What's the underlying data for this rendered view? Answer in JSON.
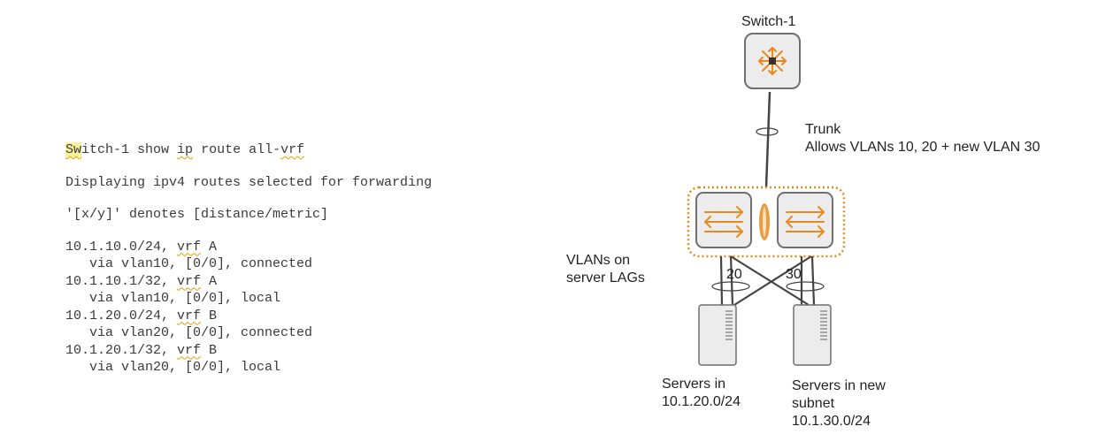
{
  "cli": {
    "prompt_prefix": "Sw",
    "prompt_rest": "itch-1 show ",
    "cmd_ip": "ip",
    "cmd_route": " route all-",
    "cmd_vrf": "vrf",
    "line2": "Displaying ipv4 routes selected for forwarding",
    "line3": "'[x/y]' denotes [distance/metric]",
    "routes": [
      {
        "prefix": "10.1.10.0/24, ",
        "vrf_kw": "vrf",
        "vrf_name": " A",
        "via": "   via vlan10, [0/0], connected"
      },
      {
        "prefix": "10.1.10.1/32, ",
        "vrf_kw": "vrf",
        "vrf_name": " A",
        "via": "   via vlan10, [0/0], local"
      },
      {
        "prefix": "10.1.20.0/24, ",
        "vrf_kw": "vrf",
        "vrf_name": " B",
        "via": "   via vlan20, [0/0], connected"
      },
      {
        "prefix": "10.1.20.1/32, ",
        "vrf_kw": "vrf",
        "vrf_name": " B",
        "via": "   via vlan20, [0/0], local"
      }
    ]
  },
  "diagram": {
    "switch_label": "Switch-1",
    "trunk_line1": "Trunk",
    "trunk_line2": "Allows VLANs 10, 20 + new VLAN 30",
    "vlans_line1": "VLANs on",
    "vlans_line2": "server LAGs",
    "vlan_a": "20",
    "vlan_b": "30",
    "servers_a_line1": "Servers in",
    "servers_a_line2": "10.1.20.0/24",
    "servers_b_line1": "Servers in new",
    "servers_b_line2": "subnet",
    "servers_b_line3": "10.1.30.0/24",
    "colors": {
      "accent": "#e8891e",
      "device_bg": "#ececec",
      "device_border": "#6f6f6f",
      "line": "#444444"
    }
  }
}
